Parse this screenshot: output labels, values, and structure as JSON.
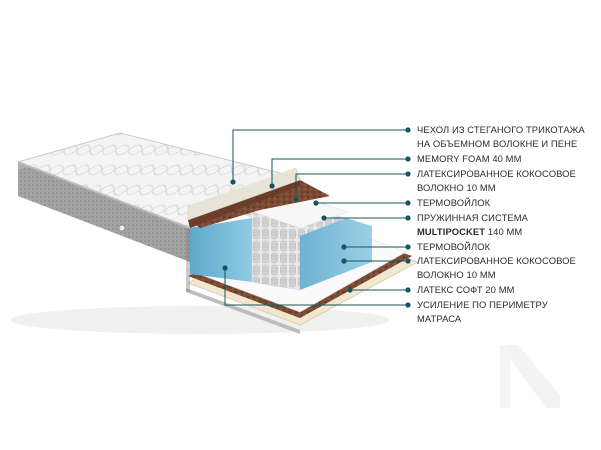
{
  "colors": {
    "leader": "#16555f",
    "text": "#2b2b2b",
    "spring_block": "#6fb6d6",
    "coconut": "#7a4a35",
    "latex": "#efe3c8",
    "knit_cover": "#ededed",
    "side_fabric": "#9b9b9b"
  },
  "labels": [
    {
      "lines": [
        "ЧЕХОЛ ИЗ СТЕГАНОГО ТРИКОТАЖА",
        "НА ОБЪЕМНОМ ВОЛОКНЕ И ПЕНЕ"
      ]
    },
    {
      "lines": [
        "MEMORY FOAM 40 ММ"
      ]
    },
    {
      "lines": [
        "ЛАТЕКСИРОВАННОЕ КОКОСОВОЕ",
        "ВОЛОКНО 10 ММ"
      ]
    },
    {
      "lines": [
        "ТЕРМОВОЙЛОК"
      ]
    },
    {
      "lines": [
        "ПРУЖИННАЯ СИСТЕМА"
      ],
      "bold": "MULTIPOCKET",
      "rest": " 140 ММ"
    },
    {
      "lines": [
        "ТЕРМОВОЙЛОК"
      ]
    },
    {
      "lines": [
        "ЛАТЕКСИРОВАННОЕ КОКОСОВОЕ",
        "ВОЛОКНО 10 ММ"
      ]
    },
    {
      "lines": [
        "ЛАТЕКС СОФТ 20 ММ"
      ]
    },
    {
      "lines": [
        "УСИЛЕНИЕ ПО ПЕРИМЕТРУ",
        "МАТРАСА"
      ]
    }
  ]
}
